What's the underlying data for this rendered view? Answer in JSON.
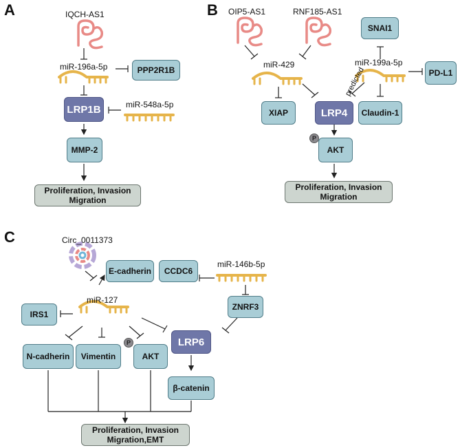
{
  "colors": {
    "box_fill": "#a9cdd6",
    "lrp_fill": "#6f77a8",
    "outcome_fill": "#cdd5cf",
    "mirna": "#e6b44a",
    "lncrna": "#e88a86"
  },
  "panels": {
    "a": {
      "letter": "A",
      "lncrna": "IQCH-AS1",
      "mir1": "miR-196a-5p",
      "mir2": "miR-548a-5p",
      "box_ppp2r1b": "PPP2R1B",
      "box_lrp1b": "LRP1B",
      "box_mmp2": "MMP-2",
      "outcome_line1": "Proliferation, Invasion",
      "outcome_line2": "Migration"
    },
    "b": {
      "letter": "B",
      "lncrna1": "OIP5-AS1",
      "lncrna2": "RNF185-AS1",
      "mir1": "miR-429",
      "mir2": "miR-199a-5p",
      "predicted": "predicted",
      "box_snai1": "SNAI1",
      "box_pdl1": "PD-L1",
      "box_xiap": "XIAP",
      "box_lrp4": "LRP4",
      "box_claudin": "Claudin-1",
      "box_akt": "AKT",
      "phos": "P",
      "outcome_line1": "Proliferation, Invasion",
      "outcome_line2": "Migration"
    },
    "c": {
      "letter": "C",
      "circ": "Circ_0011373",
      "mir1": "miR-127",
      "mir2": "miR-146b-5p",
      "box_ecad": "E-cadherin",
      "box_ccdc6": "CCDC6",
      "box_irs1": "IRS1",
      "box_znrf3": "ZNRF3",
      "box_lrp6": "LRP6",
      "box_ncad": "N-cadherin",
      "box_vim": "Vimentin",
      "box_akt": "AKT",
      "box_bcat": "β-catenin",
      "phos": "P",
      "outcome_line1": "Proliferation, Invasion",
      "outcome_line2": "Migration,EMT"
    }
  }
}
